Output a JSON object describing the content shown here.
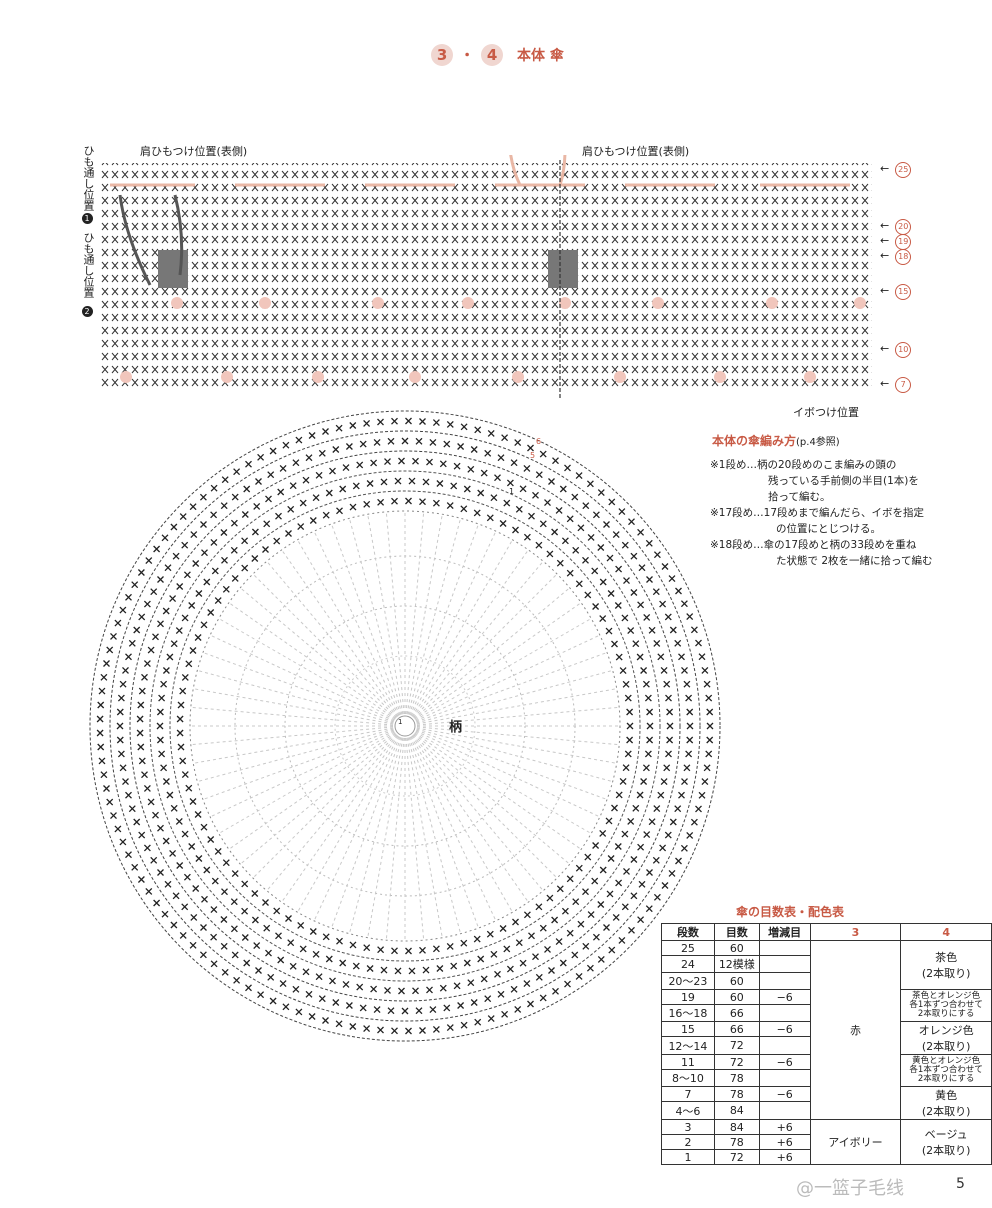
{
  "header": {
    "num1": "3",
    "sep": "・",
    "num2": "4",
    "title": "本体 傘"
  },
  "chart": {
    "shoulder_label_left": "肩ひもつけ位置(表側)",
    "shoulder_label_right": "肩ひもつけ位置(表側)",
    "string_pos_1": "ひも通し位置",
    "string_pos_1_num": "1",
    "string_pos_2": "ひも通し位置",
    "string_pos_2_num": "2",
    "row_markers": [
      "25",
      "20",
      "19",
      "18",
      "15",
      "10",
      "7"
    ],
    "ibo_label": "イボつけ位置",
    "center_label": "柄",
    "center_num": "1",
    "round_markers": [
      "6",
      "5",
      "1"
    ]
  },
  "notes": {
    "title": "本体の傘編み方",
    "ref": "(p.4参照)",
    "n1a": "※1段め…柄の20段めのこま編みの頭の",
    "n1b": "残っている手前側の半目(1本)を",
    "n1c": "拾って編む。",
    "n2a": "※17段め…17段めまで編んだら、イボを指定",
    "n2b": "の位置にとじつける。",
    "n3a": "※18段め…傘の17段めと柄の33段めを重ね",
    "n3b": "た状態で 2枚を一緒に拾って編む"
  },
  "table": {
    "title": "傘の目数表・配色表",
    "headers": [
      "段数",
      "目数",
      "増減目",
      "3",
      "4"
    ],
    "rows": [
      [
        "25",
        "60",
        ""
      ],
      [
        "24",
        "12模様",
        ""
      ],
      [
        "20〜23",
        "60",
        ""
      ],
      [
        "19",
        "60",
        "−6"
      ],
      [
        "16〜18",
        "66",
        ""
      ],
      [
        "15",
        "66",
        "−6"
      ],
      [
        "12〜14",
        "72",
        ""
      ],
      [
        "11",
        "72",
        "−6"
      ],
      [
        "8〜10",
        "78",
        ""
      ],
      [
        "7",
        "78",
        "−6"
      ],
      [
        "4〜6",
        "84",
        ""
      ],
      [
        "3",
        "84",
        "+6"
      ],
      [
        "2",
        "78",
        "+6"
      ],
      [
        "1",
        "72",
        "+6"
      ]
    ],
    "col3_top": "赤",
    "col3_bottom": "アイボリー",
    "col4": [
      "茶色\n(2本取り)",
      "茶色とオレンジ色\n各1本ずつ合わせて\n2本取りにする",
      "オレンジ色\n(2本取り)",
      "黄色とオレンジ色\n各1本ずつ合わせて\n2本取りにする",
      "黄色\n(2本取り)",
      "ベージュ\n(2本取り)"
    ]
  },
  "footer": {
    "page": "5",
    "watermark": "@一篮子毛线"
  }
}
